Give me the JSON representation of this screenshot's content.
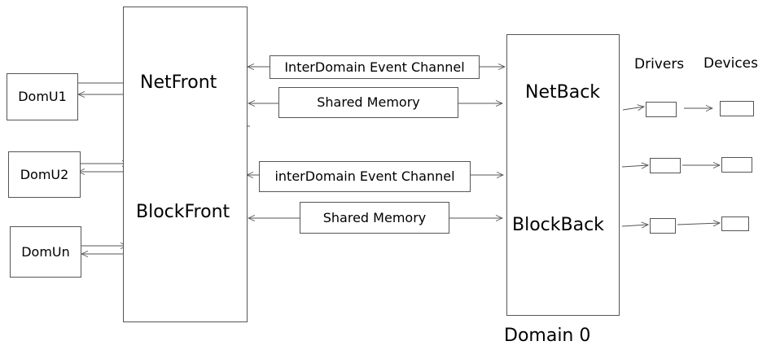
{
  "domains": [
    {
      "label": "DomU1"
    },
    {
      "label": "DomU2"
    },
    {
      "label": "DomUn"
    }
  ],
  "front": {
    "net_label": "NetFront",
    "block_label": "BlockFront"
  },
  "channels": {
    "net_event": "InterDomain Event Channel",
    "net_memory": "Shared Memory",
    "block_event": "interDomain Event Channel",
    "block_memory": "Shared Memory"
  },
  "back": {
    "net_label": "NetBack",
    "block_label": "BlockBack",
    "caption": "Domain 0"
  },
  "columns": {
    "drivers": "Drivers",
    "devices": "Devices"
  }
}
